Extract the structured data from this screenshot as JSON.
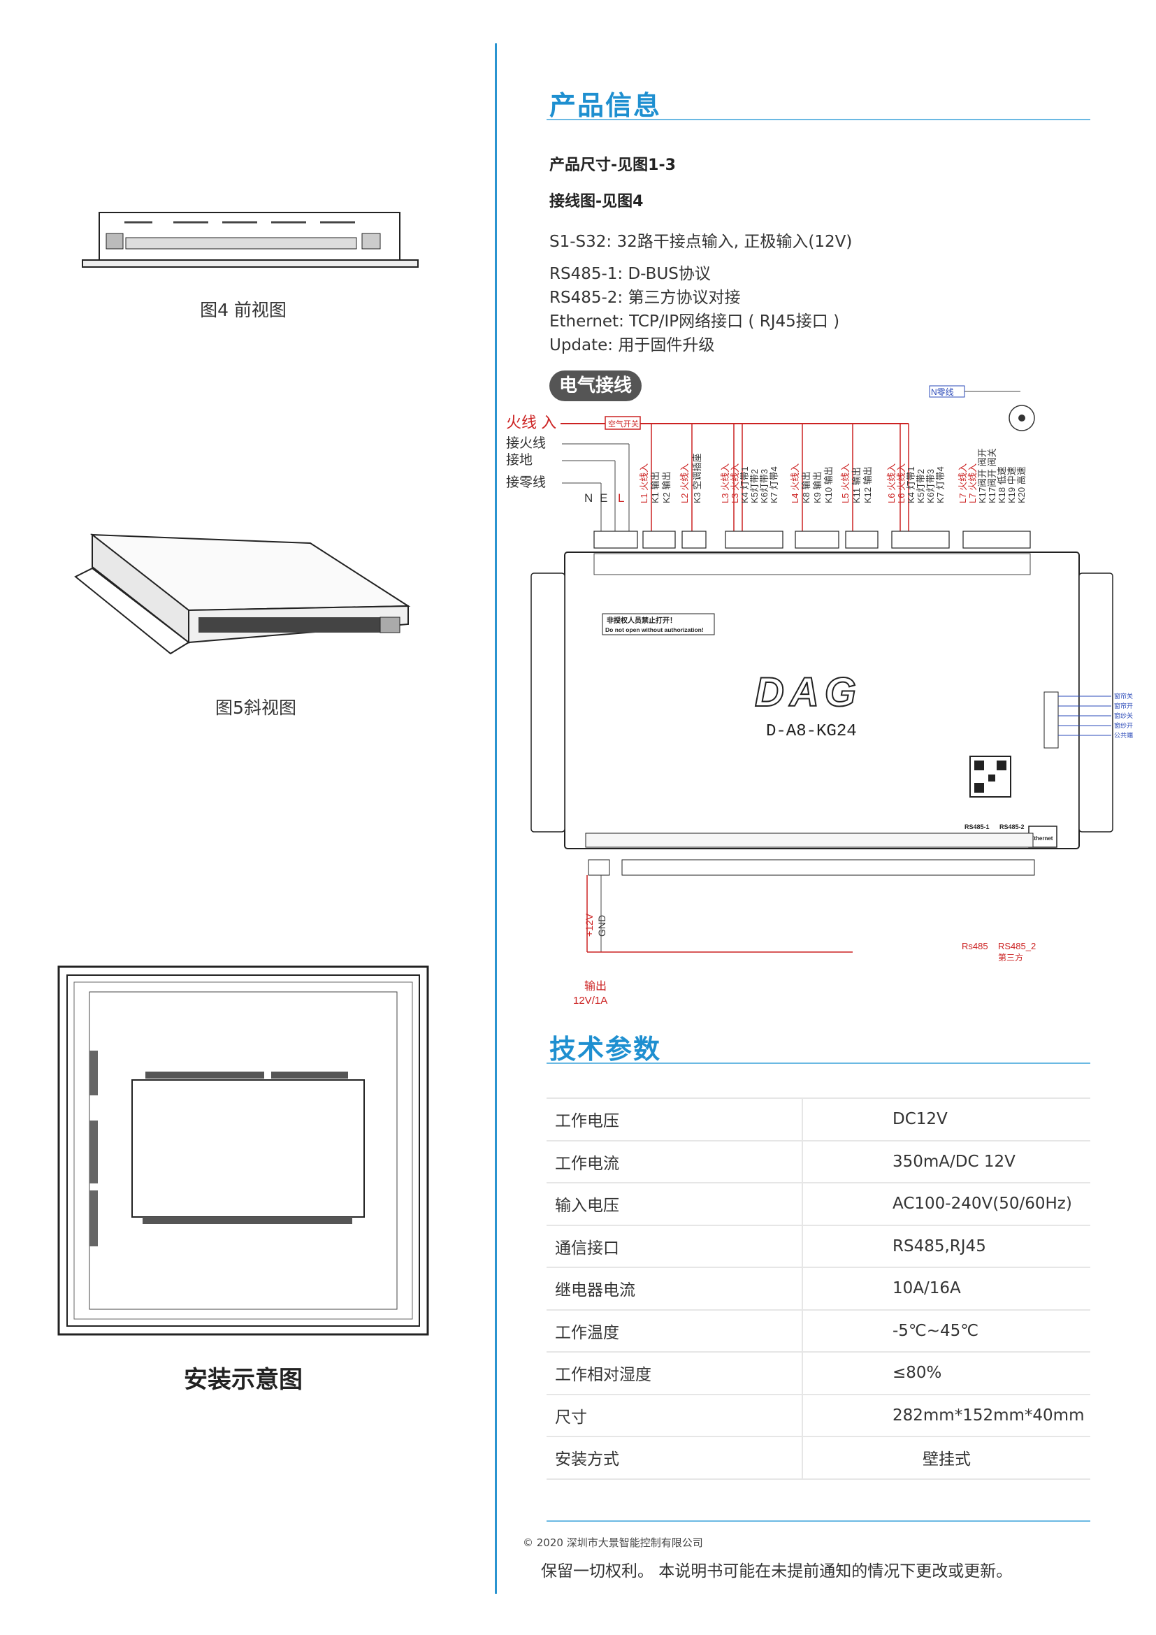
{
  "figures": {
    "front_caption": "图4 前视图",
    "oblique_caption": "图5斜视图",
    "install_caption": "安装示意图"
  },
  "product_info": {
    "title": "产品信息",
    "size_ref": "产品尺寸-见图1-3",
    "wiring_ref": "接线图-见图4",
    "lines": [
      "S1-S32: 32路干接点输入, 正极输入(12V)",
      "RS485-1:  D-BUS协议",
      "RS485-2:  第三方协议对接",
      "Ethernet: TCP/IP网络接口 ( RJ45接口 )",
      "Update: 用于固件升级"
    ]
  },
  "wiring": {
    "pill": "电气接线",
    "live_in": "火线 入",
    "air_switch": "空气开关",
    "n_line": "N零线",
    "left_labels": [
      "接火线",
      "接地",
      "接零线"
    ],
    "nel": [
      "N",
      "E",
      "L"
    ],
    "top_groups": [
      {
        "common": "L1 火线入",
        "outs": [
          "K1 输出",
          "K2 输出"
        ]
      },
      {
        "common": "L2 火线入",
        "outs": [
          "K3 空调插座"
        ]
      },
      {
        "common": "L3 火线入",
        "outs": [
          "L3 火线入",
          "K4 灯带1",
          "K5灯带2",
          "K6灯带3",
          "K7 灯带4"
        ]
      },
      {
        "common": "L4 火线入",
        "outs": [
          "K8 输出",
          "K9 输出",
          "K10 输出"
        ]
      },
      {
        "common": "L5 火线入",
        "outs": [
          "K11 输出",
          "K12 输出"
        ]
      },
      {
        "common": "L6 火线入",
        "outs": [
          "L6 火线入",
          "K4 灯带1",
          "K5灯带2",
          "K6灯带3",
          "K7 灯带4"
        ]
      },
      {
        "common": "L7 火线入",
        "outs": [
          "L7 火线入",
          "K17阀开 阀开",
          "K17阀开 阀关",
          "K18 低速",
          "K19 中速",
          "K20 高速"
        ]
      }
    ],
    "model": "D-A8-KG24",
    "logo": "DAG",
    "warning_cn": "非授权人员禁止打开！",
    "warning_en": "Do not open without authorization!",
    "rs485_1": "RS485-1",
    "rs485_2": "RS485-2",
    "ethernet": "Ethernet",
    "bottom_power": [
      "+12V",
      "GND"
    ],
    "output_label": "输出",
    "output_spec": "12V/1A",
    "rs485_label": "Rs485",
    "rs485_2_label": "RS485_2",
    "third_party": "第三方",
    "right_labels": [
      "窗帘关",
      "窗帘开",
      "窗纱关",
      "窗纱开",
      "公共端"
    ]
  },
  "tech": {
    "title": "技术参数",
    "rows": [
      {
        "k": "工作电压",
        "v": "DC12V"
      },
      {
        "k": "工作电流",
        "v": "350mA/DC 12V"
      },
      {
        "k": "输入电压",
        "v": "AC100-240V(50/60Hz)"
      },
      {
        "k": "通信接口",
        "v": "RS485,RJ45"
      },
      {
        "k": "继电器电流",
        "v": "10A/16A"
      },
      {
        "k": "工作温度",
        "v": "-5℃~45℃"
      },
      {
        "k": "工作相对湿度",
        "v": "≤80%"
      },
      {
        "k": "尺寸",
        "v": "282mm*152mm*40mm"
      },
      {
        "k": "安装方式",
        "v": "壁挂式"
      }
    ]
  },
  "footer": {
    "copyright": "© 2020 深圳市大景智能控制有限公司",
    "note": "保留一切权利。 本说明书可能在未提前通知的情况下更改或更新。"
  },
  "colors": {
    "accent": "#1e8fd0",
    "wire_red": "#cc2222",
    "wire_blue": "#2a49b8"
  }
}
